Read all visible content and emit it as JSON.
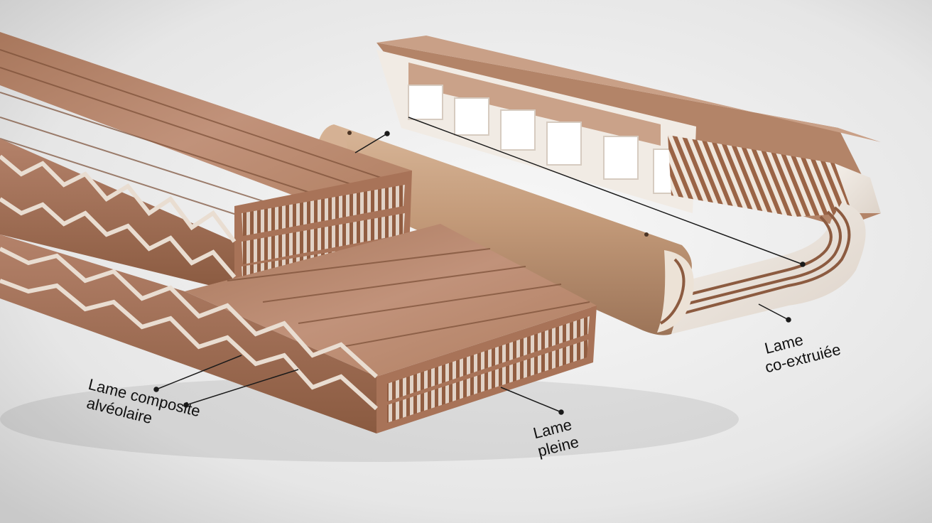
{
  "labels": {
    "alveolaire": {
      "line1": "Lame composite",
      "line2": "alvéolaire"
    },
    "pleine": {
      "line1": "Lame",
      "line2": "pleine"
    },
    "coextrudee": {
      "line1": "Lame",
      "line2": "co-extruiée"
    }
  },
  "colors": {
    "background_center": "#f7f7f7",
    "background_edge": "#cfcfcf",
    "wood_top": "#b9876a",
    "wood_dark": "#8e5f45",
    "wood_light": "#d3a98b",
    "cap_white": "#efe9e3",
    "tube": "#c49b7c",
    "leader_line": "#1a1a1a"
  }
}
